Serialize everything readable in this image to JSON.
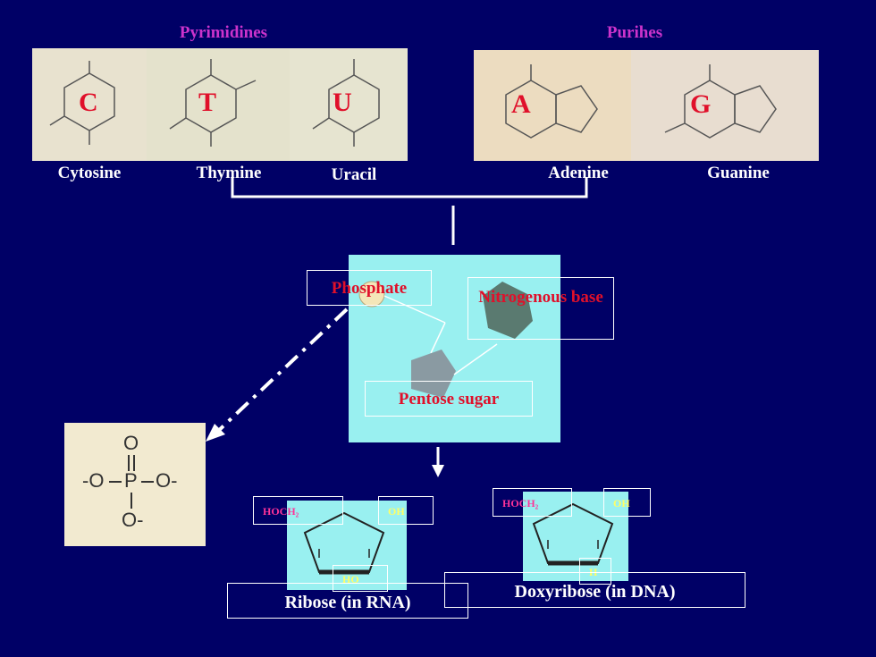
{
  "groups": {
    "pyrimidines": "Pyrimidines",
    "purines": "Purihes"
  },
  "bases": [
    {
      "letter": "C",
      "name": "Cytosine"
    },
    {
      "letter": "T",
      "name": "Thymine"
    },
    {
      "letter": "U",
      "name": "Uracil"
    },
    {
      "letter": "A",
      "name": "Adenine"
    },
    {
      "letter": "G",
      "name": "Guanine"
    }
  ],
  "nucleotide": {
    "phosphate": "Phosphate",
    "nitrogenous_base": "Nitrogenous base",
    "pentose_sugar": "Pentose sugar"
  },
  "phosphate_group": {
    "o_top": "O",
    "o_left": "-O",
    "p": "P",
    "o_right": "O-",
    "o_bottom": "O-"
  },
  "ribose": {
    "hoch2": "HOCH₂",
    "oh": "OH",
    "ho": "HO",
    "caption": "Ribose (in RNA)"
  },
  "deoxyribose": {
    "hoch2": "HOCH₂",
    "oh": "OH",
    "h": "H",
    "caption": "Doxyribose (in DNA)"
  },
  "colors": {
    "background": "#000066",
    "heading": "#cc33cc",
    "letter": "#e0102a",
    "cyan": "#99f0f0"
  }
}
